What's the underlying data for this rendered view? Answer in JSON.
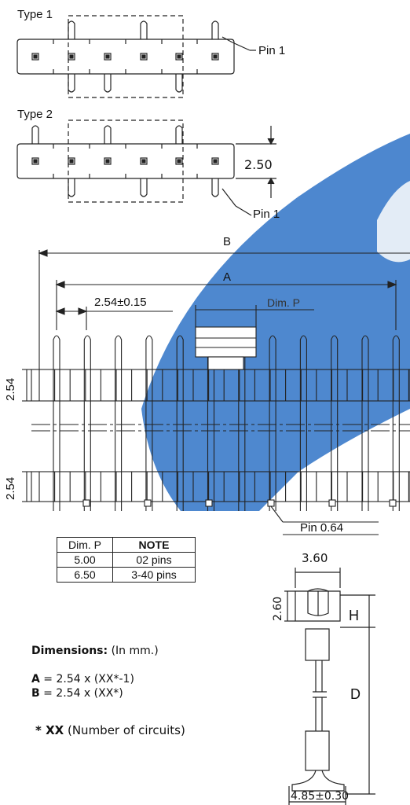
{
  "watermark_color": "#2f73c7",
  "type1": {
    "label": "Type 1",
    "pin_label": "Pin 1"
  },
  "type2": {
    "label": "Type 2",
    "pin_label": "Pin 1",
    "height_dim": "2.50"
  },
  "front_view": {
    "dim_b": "B",
    "dim_a": "A",
    "pitch": "2.54±0.15",
    "dim_p": "Dim. P",
    "row_height_top": "2.54",
    "row_height_bottom": "2.54",
    "pin_size": "Pin 0.64"
  },
  "table": {
    "headers": [
      "Dim. P",
      "NOTE"
    ],
    "rows": [
      [
        "5.00",
        "02 pins"
      ],
      [
        "6.50",
        "3-40 pins"
      ]
    ]
  },
  "side_view": {
    "width_top": "3.60",
    "height_2_60": "2.60",
    "dim_h": "H",
    "dim_d": "D",
    "width_bottom": "4.85±0.30"
  },
  "notes": {
    "dimensions_label": "Dimensions:",
    "dimensions_unit": "(In mm.)",
    "a_key": "A",
    "a_formula": "= 2.54 x (XX*-1)",
    "b_key": "B",
    "b_formula": "= 2.54  x (XX*)",
    "xx_key": "* XX",
    "xx_desc": "(Number of circuits)"
  }
}
